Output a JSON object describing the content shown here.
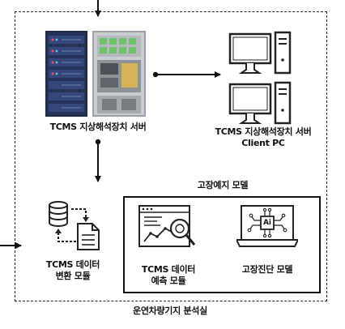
{
  "server": {
    "label": "TCMS 지상해석장치 서버"
  },
  "client": {
    "label_line1": "TCMS 지상해석장치 서버",
    "label_line2": "Client PC"
  },
  "converter": {
    "label_line1": "TCMS 데이터",
    "label_line2": "변환 모듈"
  },
  "model_group": {
    "title": "고장예지 모델",
    "predict": {
      "label_line1": "TCMS 데이터",
      "label_line2": "예측 모듈"
    },
    "diagnose": {
      "label": "고장진단 모델",
      "chip_text": "Ai"
    }
  },
  "room": {
    "label": "운연차량기지 분석실"
  }
}
